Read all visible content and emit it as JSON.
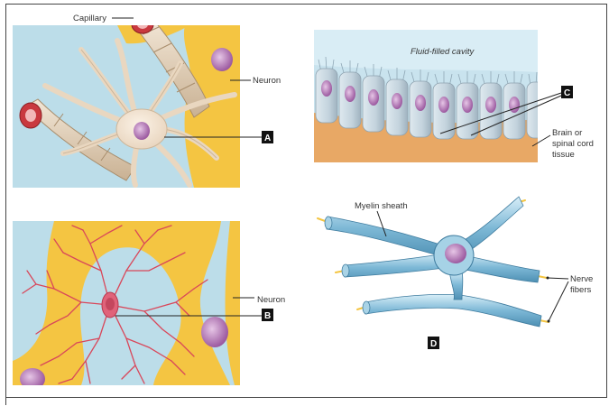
{
  "panel_a": {
    "label_capillary": "Capillary",
    "label_neuron": "Neuron",
    "badge": "A"
  },
  "panel_b": {
    "label_neuron": "Neuron",
    "badge": "B"
  },
  "panel_c": {
    "label_cavity": "Fluid-filled cavity",
    "label_tissue_1": "Brain or",
    "label_tissue_2": "spinal cord",
    "label_tissue_3": "tissue",
    "badge": "C"
  },
  "panel_d": {
    "label_myelin": "Myelin sheath",
    "label_nerve_1": "Nerve",
    "label_nerve_2": "fibers",
    "badge": "D"
  },
  "colors": {
    "yellow": "#f4c542",
    "blue_bg": "#bcdde9",
    "tissue": "#e8a865",
    "fiber_blue": "#7db8d6",
    "nucleus": "#b47ab5",
    "capillary": "#e4d2bc",
    "badge": "#111111"
  }
}
